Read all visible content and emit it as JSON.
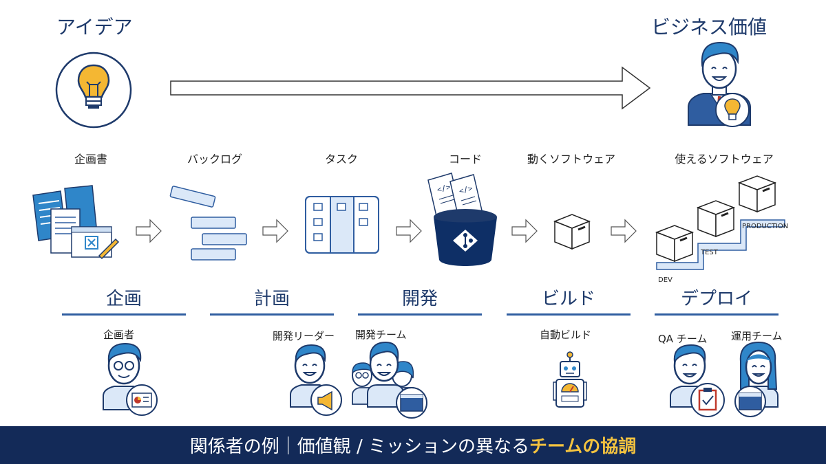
{
  "header": {
    "idea_title": "アイデア",
    "value_title": "ビジネス価値"
  },
  "stages": [
    {
      "label": "企画書"
    },
    {
      "label": "バックログ"
    },
    {
      "label": "タスク"
    },
    {
      "label": "コード"
    },
    {
      "label": "動くソフトウェア"
    },
    {
      "label": "使えるソフトウェア"
    }
  ],
  "environments": {
    "dev": "DEV",
    "test": "TEST",
    "production": "PRODUCTION"
  },
  "phases": [
    {
      "label": "企画"
    },
    {
      "label": "計画"
    },
    {
      "label": "開発"
    },
    {
      "label": "ビルド"
    },
    {
      "label": "デプロイ"
    }
  ],
  "roles": {
    "planner": "企画者",
    "dev_leader": "開発リーダー",
    "dev_team": "開発チーム",
    "auto_build": "自動ビルド",
    "qa_team": "QA チーム",
    "ops_team": "運用チーム"
  },
  "footer": {
    "text_main": "関係者の例｜価値観 / ミッションの異なる",
    "text_highlight": "チームの協調"
  },
  "colors": {
    "navy": "#132a58",
    "accent_blue": "#2f5da0",
    "highlight": "#f4c33f",
    "bulb_yellow": "#f4b733"
  }
}
